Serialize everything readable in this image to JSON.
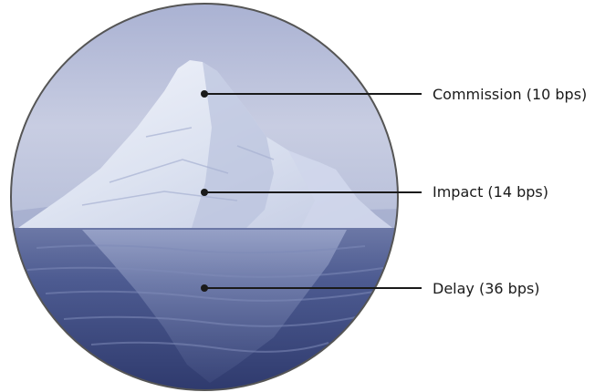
{
  "diagram": {
    "callouts": [
      {
        "label": "Commission (10 bps)"
      },
      {
        "label": "Impact (14 bps)"
      },
      {
        "label": "Delay (36 bps)"
      }
    ]
  },
  "colors": {
    "sky": "#bcc3dc",
    "water": "#3b4a80",
    "iceberg": "#e6ebf6",
    "outline": "#555555",
    "leader": "#1a1a1a"
  }
}
